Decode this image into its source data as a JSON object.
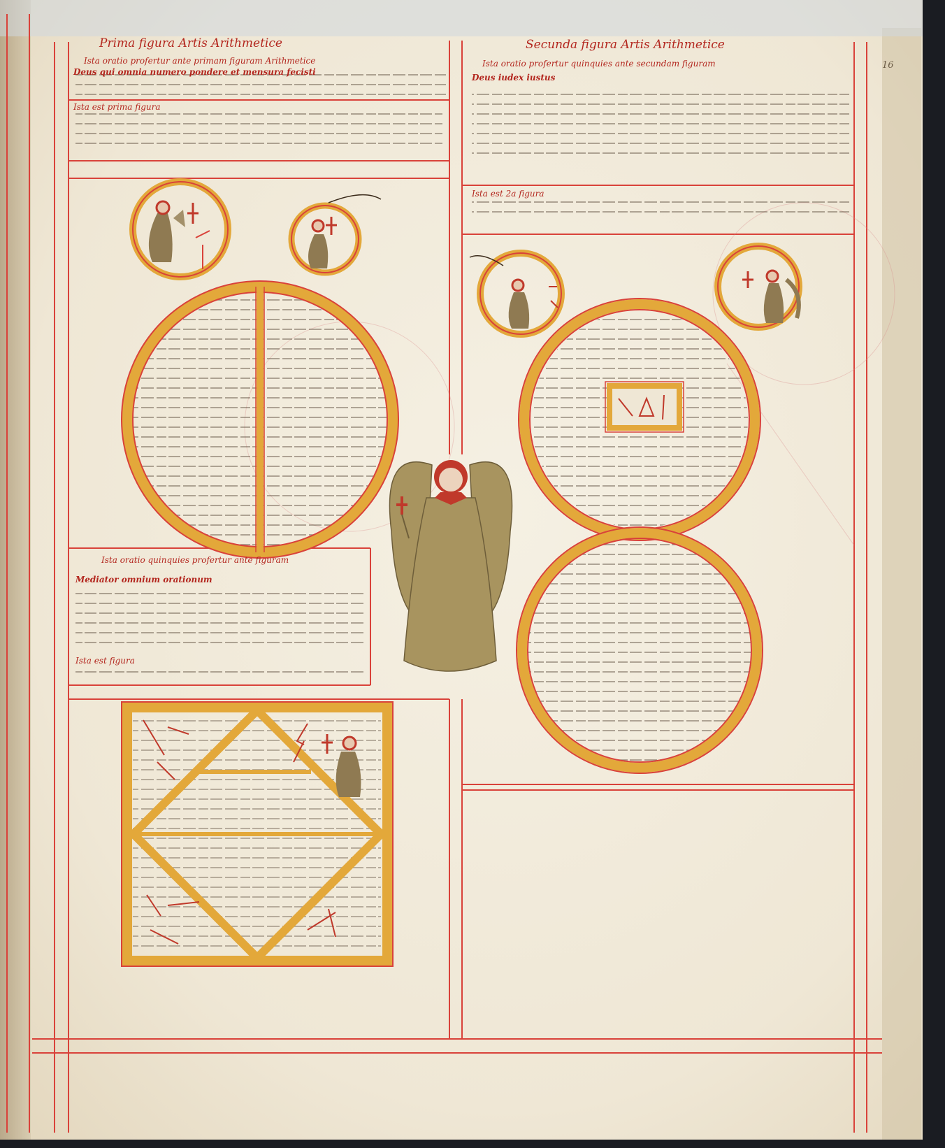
{
  "page": {
    "folio_number": "16",
    "background_color": "#f1ebdc",
    "rule_color": "#d9423a",
    "gold_color": "#e3a83a"
  },
  "left_column": {
    "heading": "Prima figura Artis Arithmetice",
    "rubric_1": "Ista oratio profertur ante primam figuram Arithmetice",
    "prayer_1_incipit": "Deus qui omnia numero pondere et mensura fecisti",
    "rubric_2": "Ista est prima figura",
    "rubric_3": "Ista oratio quinquies profertur ante figuram",
    "prayer_2_incipit": "Mediator omnium orationum",
    "rubric_4": "Ista est figura"
  },
  "right_column": {
    "heading": "Secunda figura Artis Arithmetice",
    "rubric_1": "Ista oratio profertur quinquies ante secundam figuram",
    "prayer_incipit": "Deus iudex iustus",
    "rubric_2": "Ista est 2a figura"
  }
}
